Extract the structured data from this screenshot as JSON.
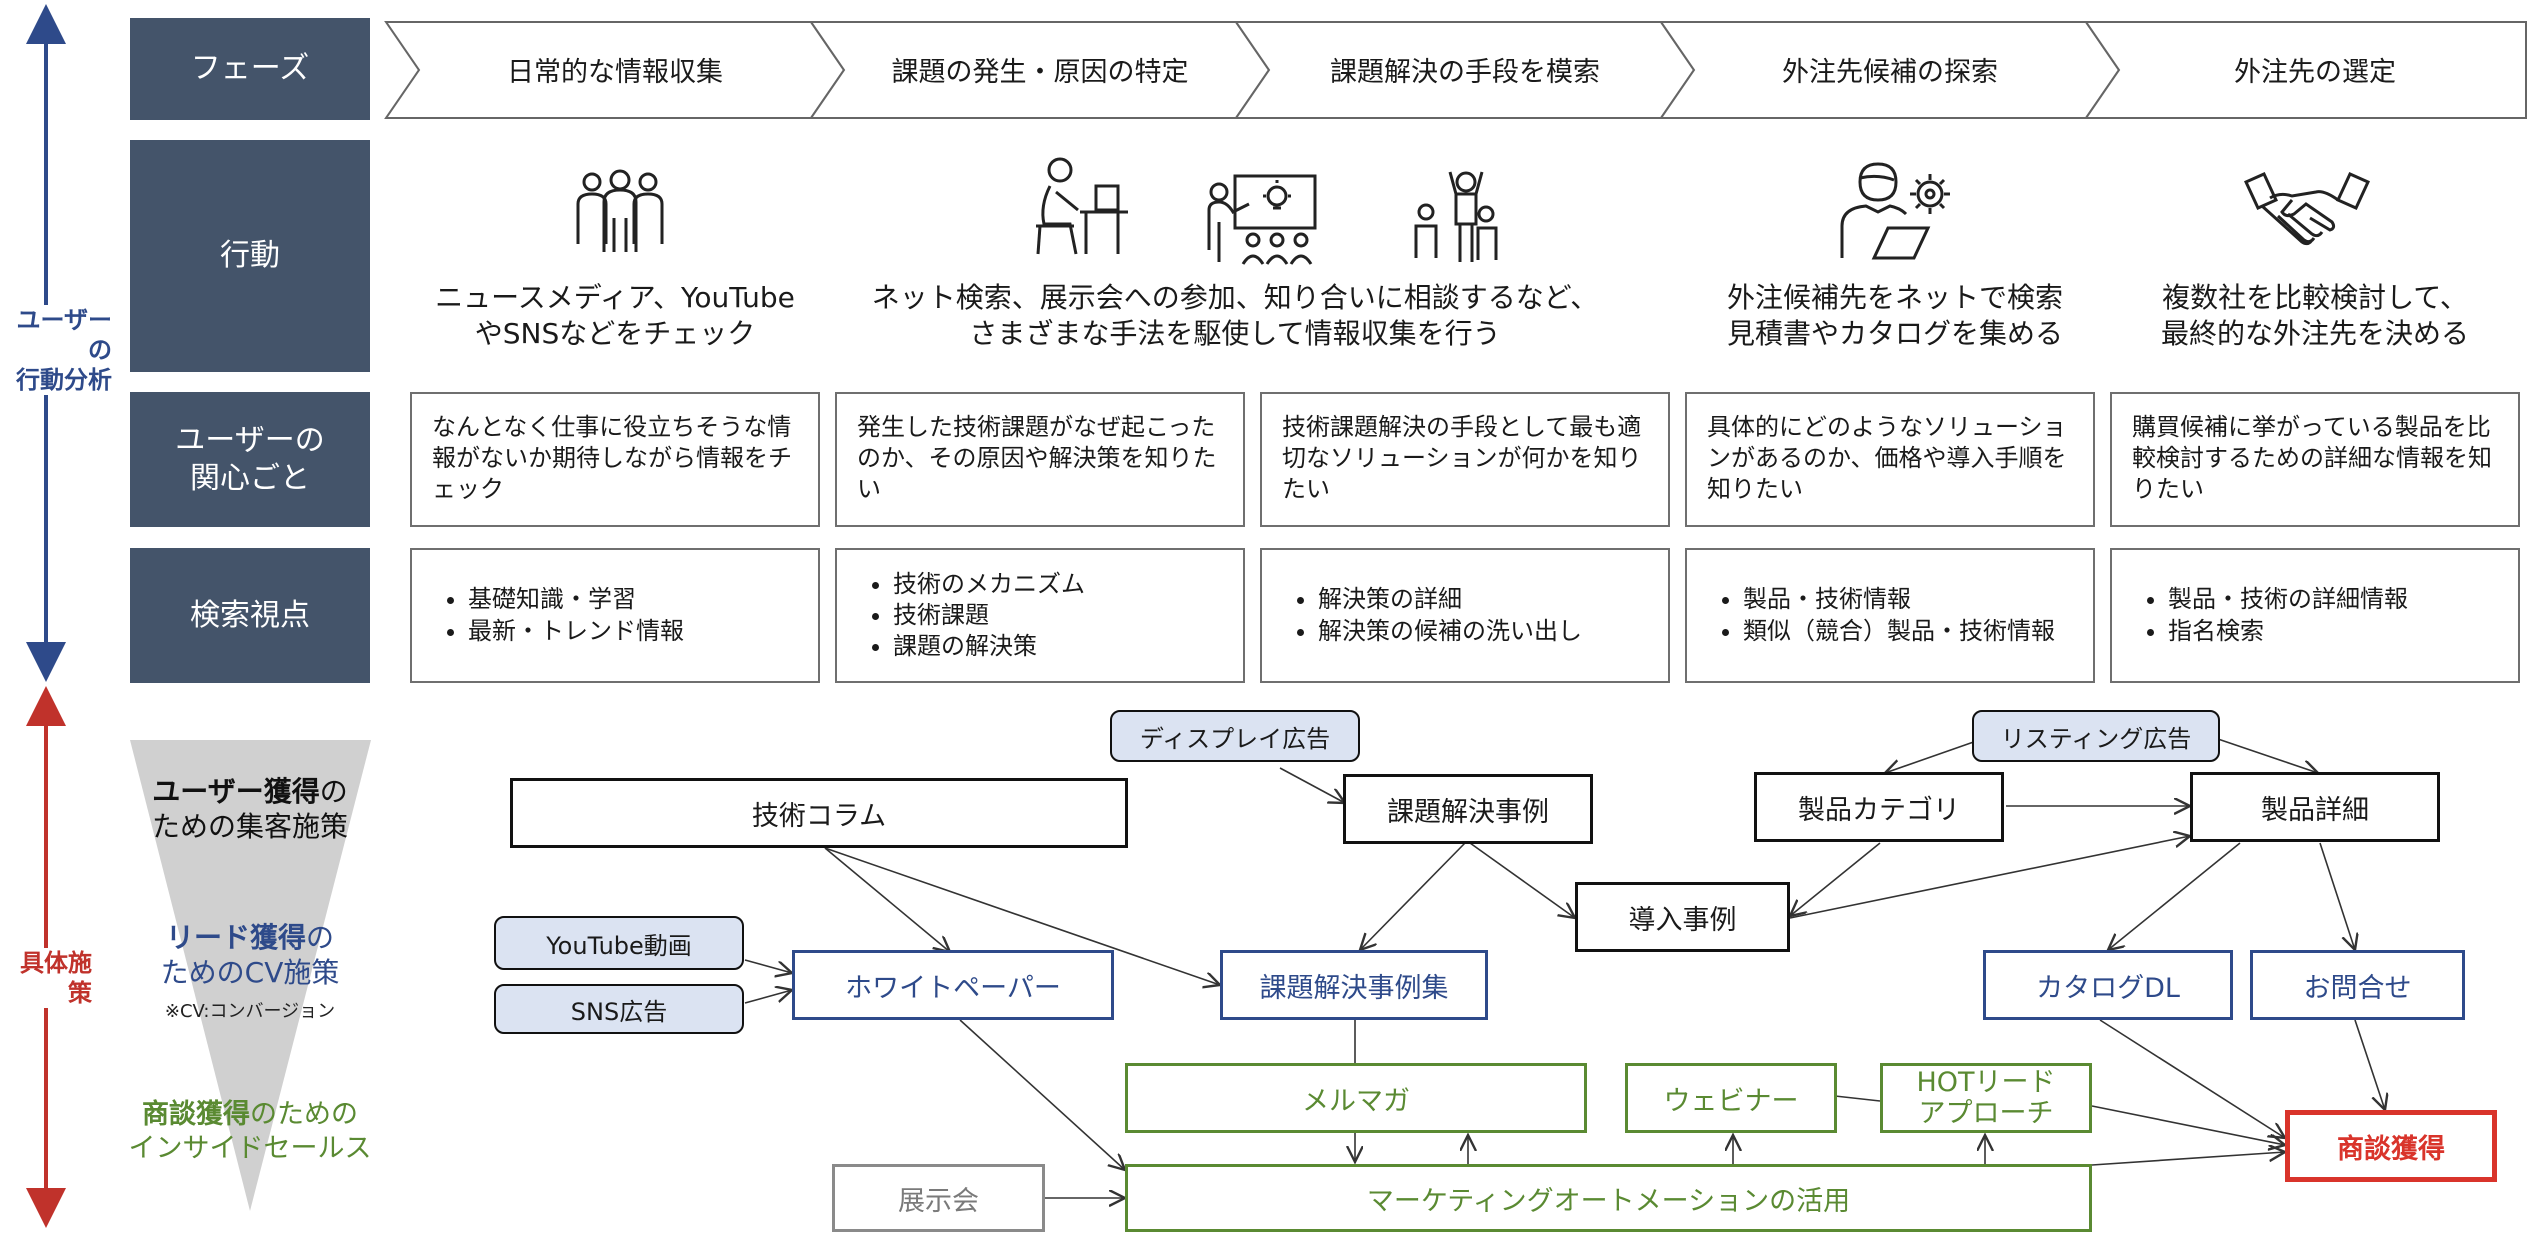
{
  "colors": {
    "header_bg": "#44546a",
    "axis_blue": "#2e4a8a",
    "axis_red": "#c0322b",
    "funnel": "#d0d0d0",
    "ad_fill": "#dbe3f2",
    "green": "#5a8a32",
    "red": "#d9342b"
  },
  "left_axis": {
    "top_label": "ユーザーの\n行動分析",
    "bottom_label": "具体施策"
  },
  "headers": {
    "phase": "フェーズ",
    "action": "行動",
    "concern": "ユーザーの\n関心ごと",
    "search": "検索視点"
  },
  "phases": [
    "日常的な情報収集",
    "課題の発生・原因の特定",
    "課題解決の手段を模索",
    "外注先候補の探索",
    "外注先の選定"
  ],
  "icons": [
    "people-group-icon",
    "person-at-desk-icon",
    "presenter-lightbulb-icon",
    "cheering-people-icon",
    "person-laptop-gear-icon",
    "handshake-icon"
  ],
  "actions": [
    "ニュースメディア、YouTube\nやSNSなどをチェック",
    "ネット検索、展示会への参加、知り合いに相談するなど、\nさまざまな手法を駆使して情報収集を行う",
    "外注候補先をネットで検索\n見積書やカタログを集める",
    "複数社を比較検討して、\n最終的な外注先を決める"
  ],
  "concerns": [
    "なんとなく仕事に役立ちそうな情報がないか期待しながら情報をチェック",
    "発生した技術課題がなぜ起こったのか、その原因や解決策を知りたい",
    "技術課題解決の手段として最も適切なソリューションが何かを知りたい",
    "具体的にどのようなソリューションがあるのか、価格や導入手順を知りたい",
    "購買候補に挙がっている製品を比較検討するための詳細な情報を知りたい"
  ],
  "search_points": [
    [
      "基礎知識・学習",
      "最新・トレンド情報"
    ],
    [
      "技術のメカニズム",
      "技術課題",
      "課題の解決策"
    ],
    [
      "解決策の詳細",
      "解決策の候補の洗い出し"
    ],
    [
      "製品・技術情報",
      "類似（競合）製品・技術情報"
    ],
    [
      "製品・技術の詳細情報",
      "指名検索"
    ]
  ],
  "strategies": {
    "user": {
      "strong": "ユーザー獲得",
      "rest": "の",
      "line2": "ための集客施策"
    },
    "lead": {
      "strong": "リード獲得",
      "rest": "の",
      "line2": "ためのCV施策",
      "note": "※CV:コンバージョン"
    },
    "deal": {
      "strong": "商談獲得",
      "rest": "のための",
      "line2": "インサイドセールス"
    }
  },
  "nodes": {
    "tech_column": "技術コラム",
    "display_ad": "ディスプレイ広告",
    "case_study": "課題解決事例",
    "listing_ad": "リスティング広告",
    "product_category": "製品カテゴリ",
    "product_detail": "製品詳細",
    "intro_case": "導入事例",
    "youtube": "YouTube動画",
    "sns_ad": "SNS広告",
    "white_paper": "ホワイトペーパー",
    "case_collection": "課題解決事例集",
    "catalog_dl": "カタログDL",
    "inquiry": "お問合せ",
    "mail_magazine": "メルマガ",
    "webinar": "ウェビナー",
    "hot_lead": "HOTリード\nアプローチ",
    "exhibition": "展示会",
    "ma": "マーケティングオートメーションの活用",
    "deal": "商談獲得"
  }
}
